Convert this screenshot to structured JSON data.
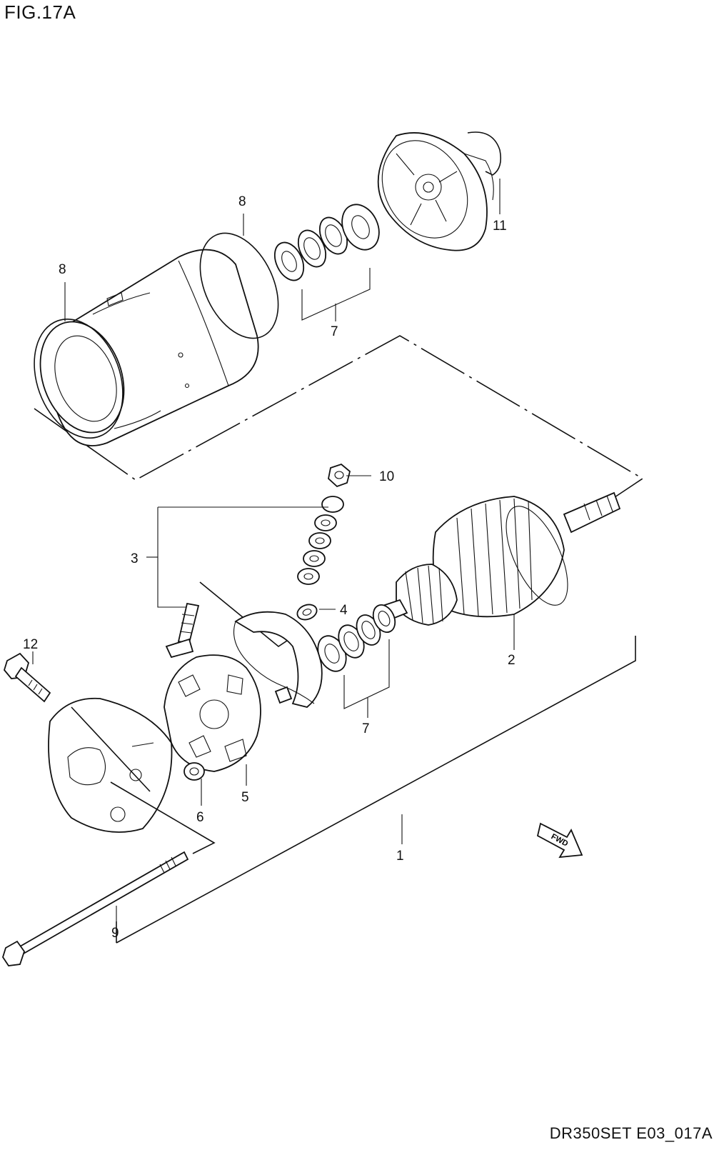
{
  "figure": {
    "title": "FIG.17A",
    "code": "DR350SET E03_017A"
  },
  "callouts": {
    "c1": "1",
    "c2": "2",
    "c3": "3",
    "c4": "4",
    "c5": "5",
    "c6": "6",
    "c7_top": "7",
    "c7_bottom": "7",
    "c8_left": "8",
    "c8_top": "8",
    "c9": "9",
    "c10": "10",
    "c11": "11",
    "c12": "12"
  },
  "fwd_arrow": {
    "text": "FWD"
  }
}
